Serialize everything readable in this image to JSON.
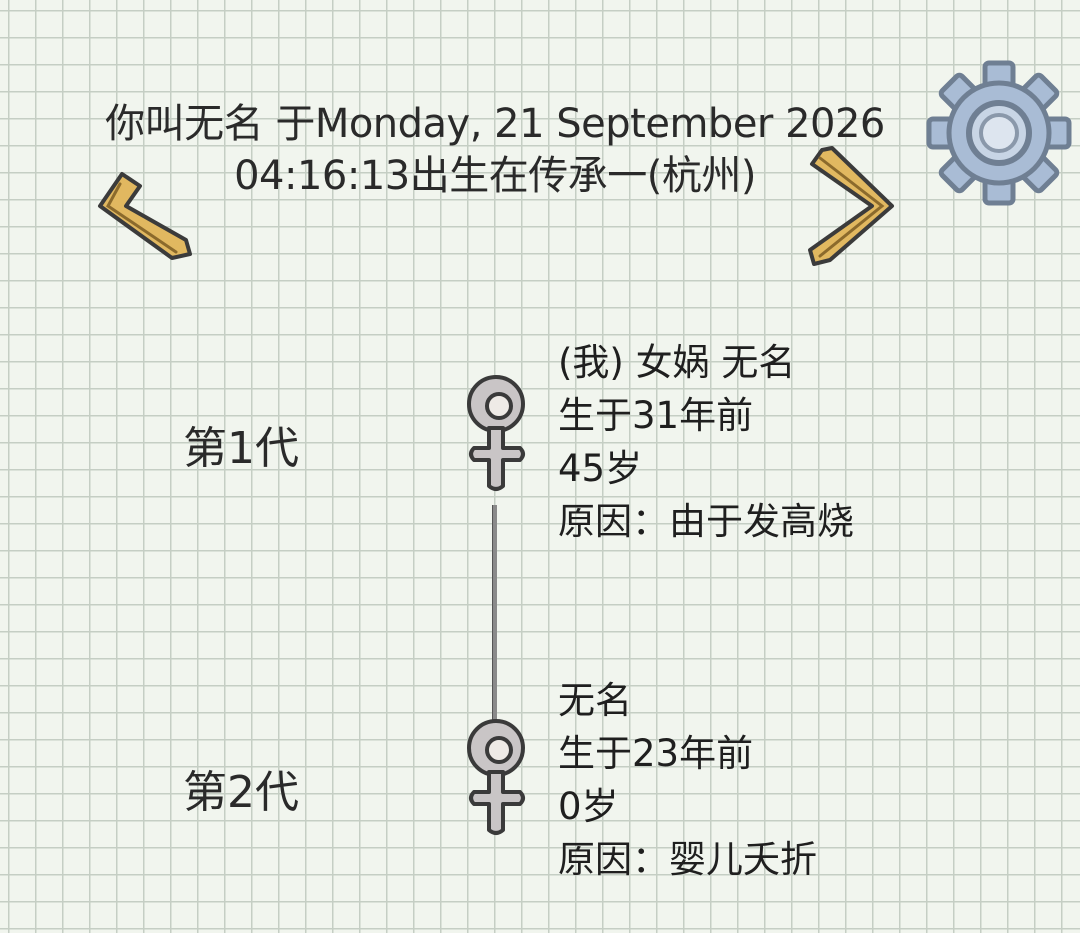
{
  "header": {
    "line1": "你叫无名 于Monday, 21 September 2026",
    "line2": "04:16:13出生在传承一(杭州)"
  },
  "colors": {
    "paper": "#f1f5ee",
    "grid": "#c5cec4",
    "arrow_fill": "#e1b860",
    "gear_fill": "#a9bcd5",
    "symbol_fill": "#c9c5c6"
  },
  "icons": {
    "prev": "chevron-left-icon",
    "next": "chevron-right-icon",
    "settings": "gear-icon",
    "gender": "female-symbol-icon"
  },
  "generations": [
    {
      "label": "第1代",
      "name_line": "(我) 女娲 无名",
      "born_line": "生于31年前",
      "age_line": "45岁",
      "cause_line": "原因：由于发高烧"
    },
    {
      "label": "第2代",
      "name_line": "无名",
      "born_line": "生于23年前",
      "age_line": "0岁",
      "cause_line": "原因：婴儿夭折"
    }
  ]
}
